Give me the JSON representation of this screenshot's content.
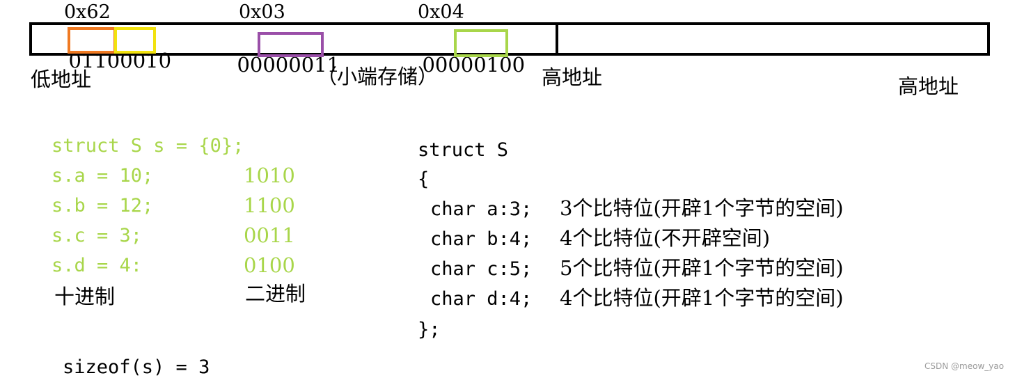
{
  "memory": {
    "hex_bytes": [
      "0x62",
      "0x03",
      "0x04"
    ],
    "byte1": {
      "pre": "0",
      "mid": "1100",
      "post": "010"
    },
    "byte2": {
      "pre": "000",
      "mid": "00011"
    },
    "byte3": {
      "pre": "0000",
      "mid": "0100"
    },
    "low_addr": "低地址",
    "little_endian": "（小端存储）",
    "high_addr_1": "高地址",
    "high_addr_2": "高地址"
  },
  "highlights": {
    "orange": "#f07a22",
    "yellow": "#f2e20f",
    "purple": "#9a4fa8",
    "green": "#a8d64a"
  },
  "assign": {
    "lines": [
      "struct S s = {0};",
      "s.a = 10;",
      "s.b = 12;",
      "s.c = 3;",
      "s.d = 4:"
    ],
    "binaries": [
      "1010",
      "1100",
      "0011",
      "0100"
    ],
    "decimal_label": "十进制",
    "binary_label": "二进制"
  },
  "struct_def": {
    "header": "struct S",
    "open": "{",
    "fields": [
      {
        "decl": "char a:3;",
        "note": "3个比特位(开辟1个字节的空间)"
      },
      {
        "decl": "char b:4;",
        "note": "4个比特位(不开辟空间)"
      },
      {
        "decl": "char c:5;",
        "note": "5个比特位(开辟1个字节的空间)"
      },
      {
        "decl": "char d:4;",
        "note": "4个比特位(开辟1个字节的空间)"
      }
    ],
    "close": "};"
  },
  "sizeof_line": "sizeof(s) = 3",
  "watermark": "CSDN @meow_yao"
}
